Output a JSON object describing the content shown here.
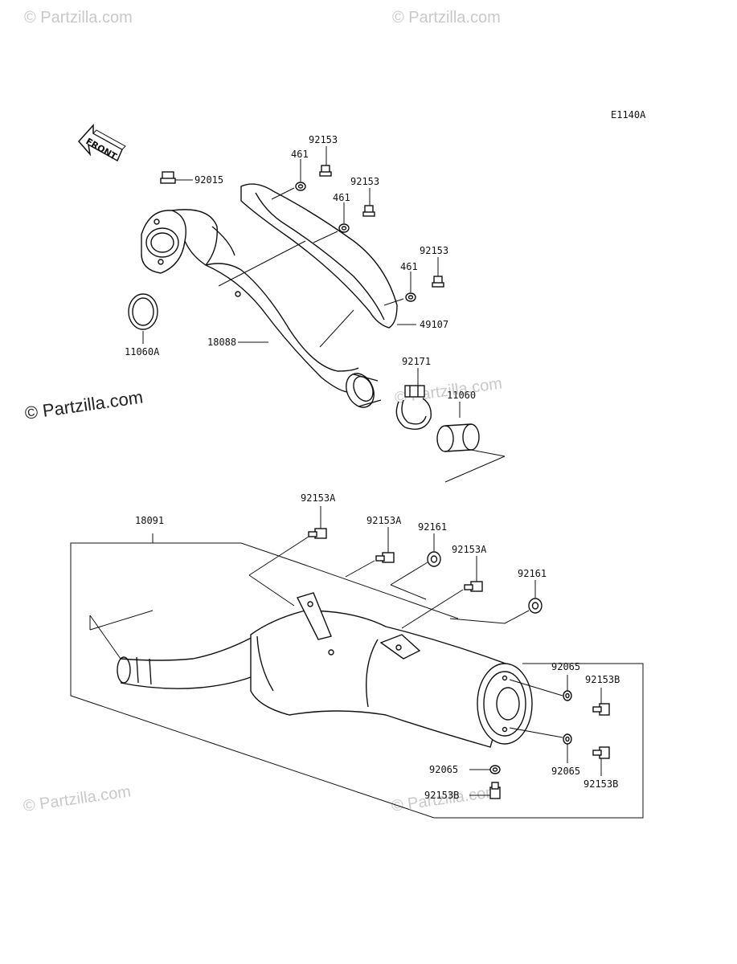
{
  "diagram_code": "E1140A",
  "front_label": "FRONT",
  "watermarks": {
    "main": "© Partzilla.com",
    "faint": "© Partzilla.com"
  },
  "parts": {
    "p92015": "92015",
    "p11060A": "11060A",
    "p18088": "18088",
    "p461_a": "461",
    "p461_b": "461",
    "p461_c": "461",
    "p92153_a": "92153",
    "p92153_b": "92153",
    "p92153_c": "92153",
    "p49107": "49107",
    "p92171": "92171",
    "p11060": "11060",
    "p18091": "18091",
    "p92153A_a": "92153A",
    "p92153A_b": "92153A",
    "p92153A_c": "92153A",
    "p92161_a": "92161",
    "p92161_b": "92161",
    "p92065_a": "92065",
    "p92065_b": "92065",
    "p92065_c": "92065",
    "p92153B_a": "92153B",
    "p92153B_b": "92153B",
    "p92153B_c": "92153B"
  }
}
